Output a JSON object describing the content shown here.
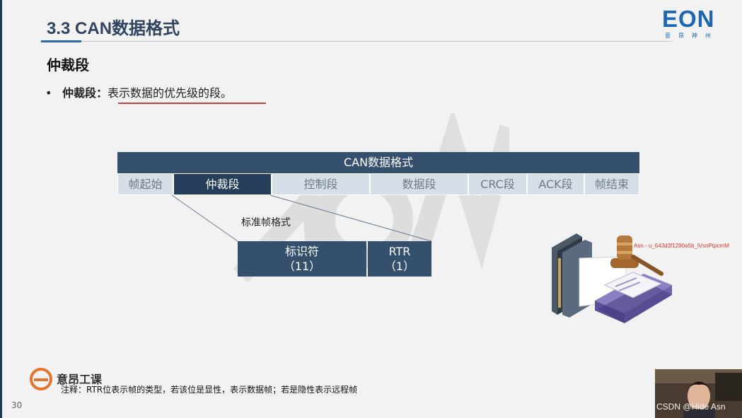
{
  "slide": {
    "title": "3.3 CAN数据格式",
    "logo": {
      "text": "EON",
      "sub": "意昂神州"
    },
    "section_heading": "仲裁段",
    "bullet": {
      "term": "仲裁段：",
      "description": "表示数据的优先级的段。"
    },
    "can_table": {
      "header": "CAN数据格式",
      "cells": [
        "帧起始",
        "仲裁段",
        "控制段",
        "数据段",
        "CRC段",
        "ACK段",
        "帧结束"
      ],
      "active_index": 1
    },
    "standard_frame": {
      "label": "标准帧格式",
      "identifier": {
        "name": "标识符",
        "bits": "（11）"
      },
      "rtr": {
        "name": "RTR",
        "bits": "（1）"
      }
    },
    "asn_tag": "Asn - u_643d3f1290a5b_lVsnPtpcmM",
    "brand_text": "意昂工课",
    "note": "注释：RTR位表示帧的类型，若该位是显性，表示数据帧；若是隐性表示远程帧",
    "page_number": "30",
    "webcam_caption": "CSDN @Hide Asn"
  },
  "colors": {
    "title": "#2e4460",
    "header_bg": "#34506d",
    "active_cell": "#253f5b",
    "inactive_cell": "#d6dfe8",
    "logo_blue": "#1b67b4",
    "underline": "#c8413f"
  }
}
